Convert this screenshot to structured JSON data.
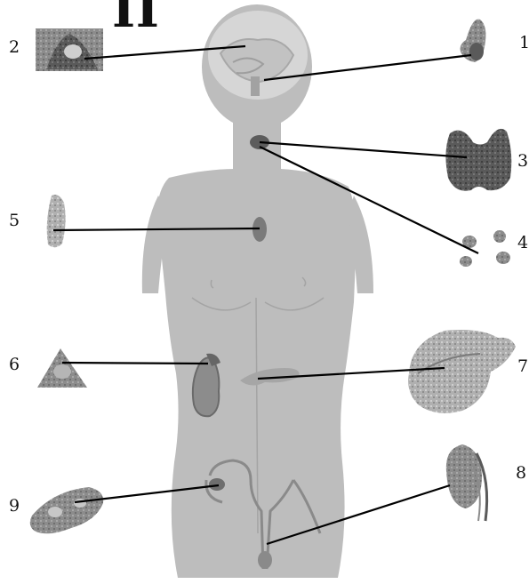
{
  "heading_fragment": "П",
  "labels": {
    "n1": "1",
    "n2": "2",
    "n3": "3",
    "n4": "4",
    "n5": "5",
    "n6": "6",
    "n7": "7",
    "n8": "8",
    "n9": "9"
  },
  "colors": {
    "body": "#bdbdbd",
    "organ": "#8a8a8a",
    "organ_dark": "#5e5e5e",
    "line": "#000000"
  }
}
